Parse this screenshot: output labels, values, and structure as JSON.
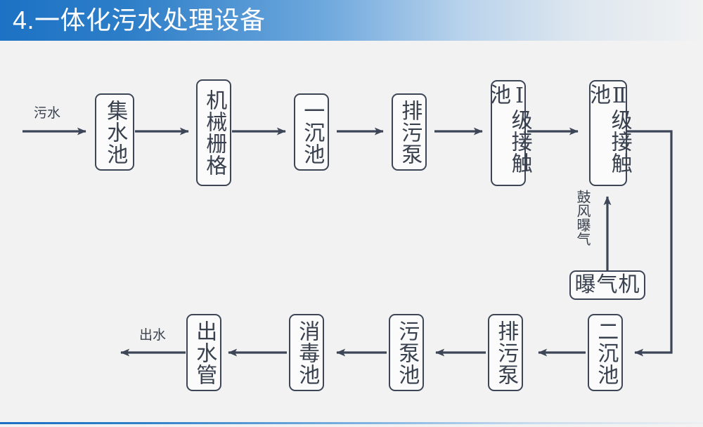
{
  "header": {
    "title": "4.一体化污水处理设备",
    "accent_color": "#1c72c4",
    "gradient_end_color": "#f1f2f2"
  },
  "diagram": {
    "type": "process-flow",
    "line_color": "#3d4657",
    "node_fill": "#fbfbfb",
    "background": "#f2f2f2",
    "inlet_label": "污水",
    "outlet_label": "出水",
    "aeration_label": "鼓风曝气",
    "nodes": [
      {
        "id": "collect-tank",
        "label": "集水池",
        "orientation": "vertical"
      },
      {
        "id": "mechanical-grille",
        "label": "机械栅格",
        "orientation": "vertical"
      },
      {
        "id": "primary-settling",
        "label": "一沉池",
        "orientation": "vertical"
      },
      {
        "id": "sewage-pump",
        "label": "排污泵",
        "orientation": "vertical"
      },
      {
        "id": "contact-tank-1",
        "label": "Ⅰ级接触池",
        "roman": "Ⅰ",
        "rest": "级接触池",
        "orientation": "vertical"
      },
      {
        "id": "contact-tank-2",
        "label": "Ⅱ级接触池",
        "roman": "Ⅱ",
        "rest": "级接触池",
        "orientation": "vertical"
      },
      {
        "id": "aerator",
        "label": "曝气机",
        "orientation": "horizontal"
      },
      {
        "id": "secondary-settling",
        "label": "二沉池",
        "orientation": "vertical"
      },
      {
        "id": "sludge-pump",
        "label": "排污泵",
        "orientation": "vertical"
      },
      {
        "id": "sludge-pump-tank",
        "label": "污泵池",
        "orientation": "vertical"
      },
      {
        "id": "disinfection-tank",
        "label": "消毒池",
        "orientation": "vertical"
      },
      {
        "id": "outlet-pipe",
        "label": "出水管",
        "orientation": "vertical"
      }
    ],
    "flow_order": [
      "污水",
      "集水池",
      "机械栅格",
      "一沉池",
      "排污泵",
      "Ⅰ级接触池",
      "Ⅱ级接触池",
      "二沉池",
      "排污泵",
      "污泵池",
      "消毒池",
      "出水管",
      "出水"
    ]
  }
}
